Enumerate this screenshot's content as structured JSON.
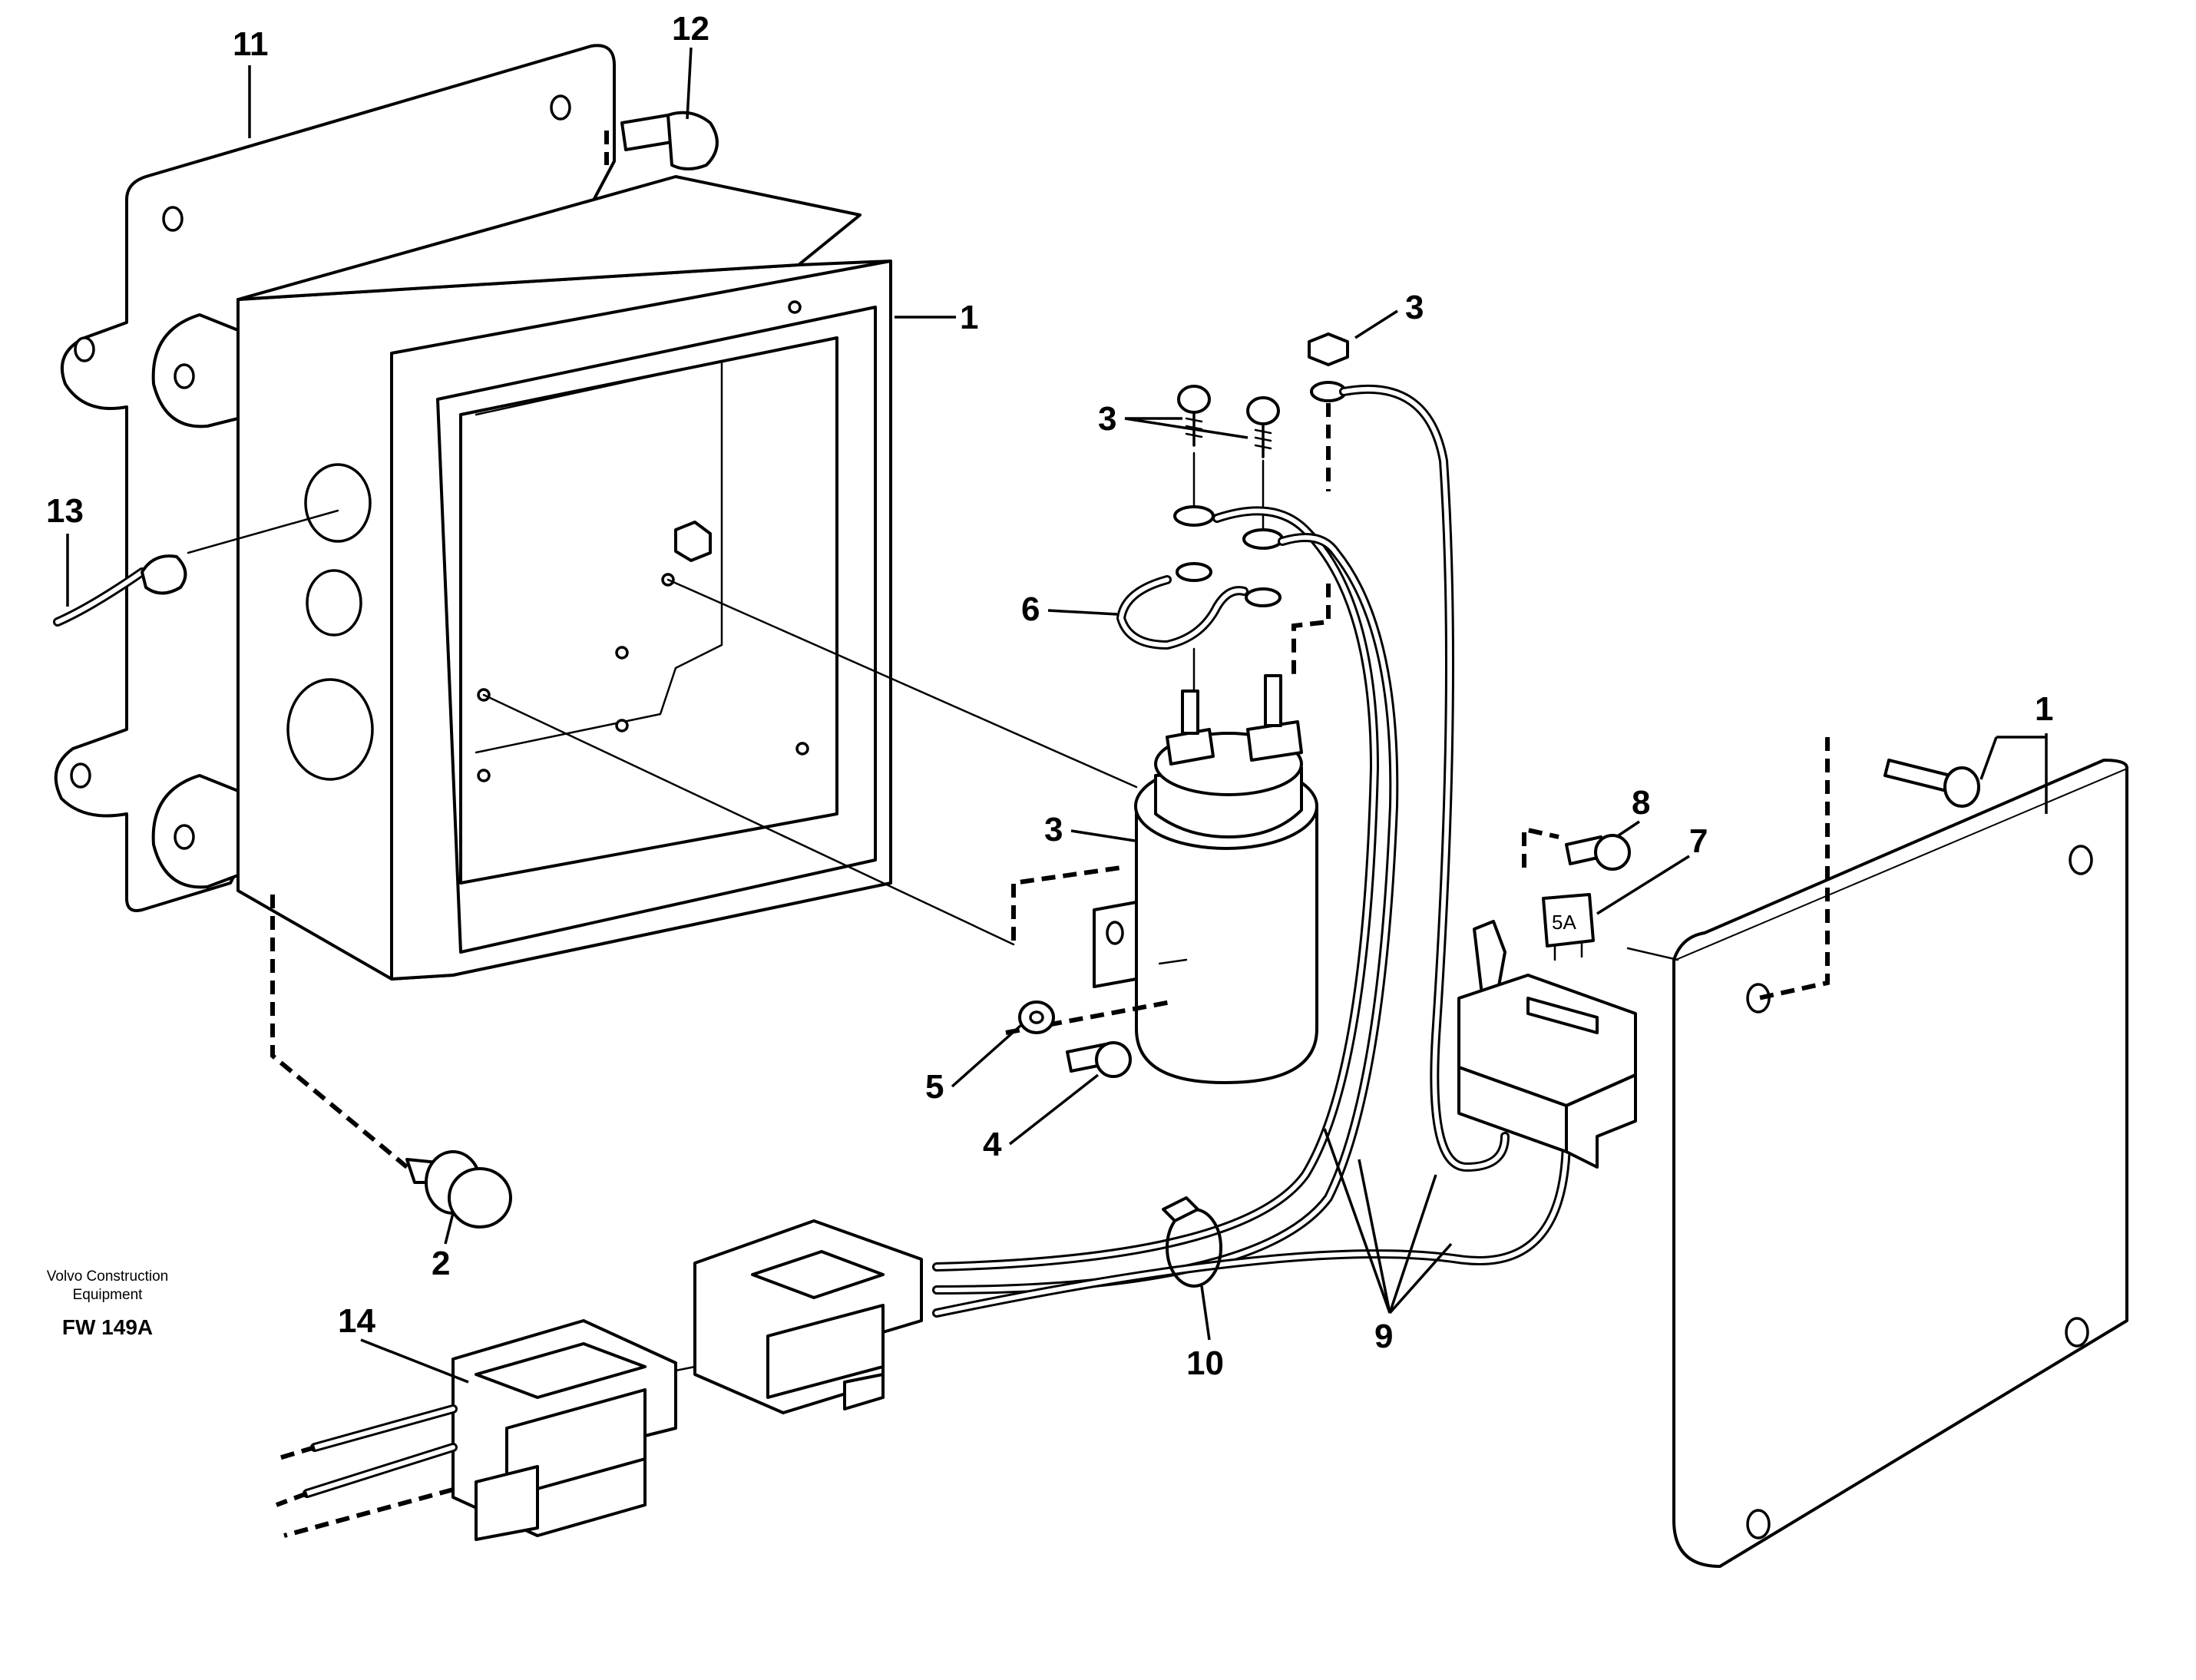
{
  "diagram": {
    "callouts": {
      "c1_box": "1",
      "c1_cover": "1",
      "c2": "2",
      "c3_nut": "3",
      "c3_screws": "3",
      "c3_relay": "3",
      "c4": "4",
      "c5": "5",
      "c6": "6",
      "c7": "7",
      "c8": "8",
      "c9": "9",
      "c10": "10",
      "c11": "11",
      "c12": "12",
      "c13": "13",
      "c14": "14"
    },
    "fuse_label": "5A",
    "brand_line1": "Volvo Construction",
    "brand_line2": "Equipment",
    "drawing_code": "FW 149A"
  }
}
